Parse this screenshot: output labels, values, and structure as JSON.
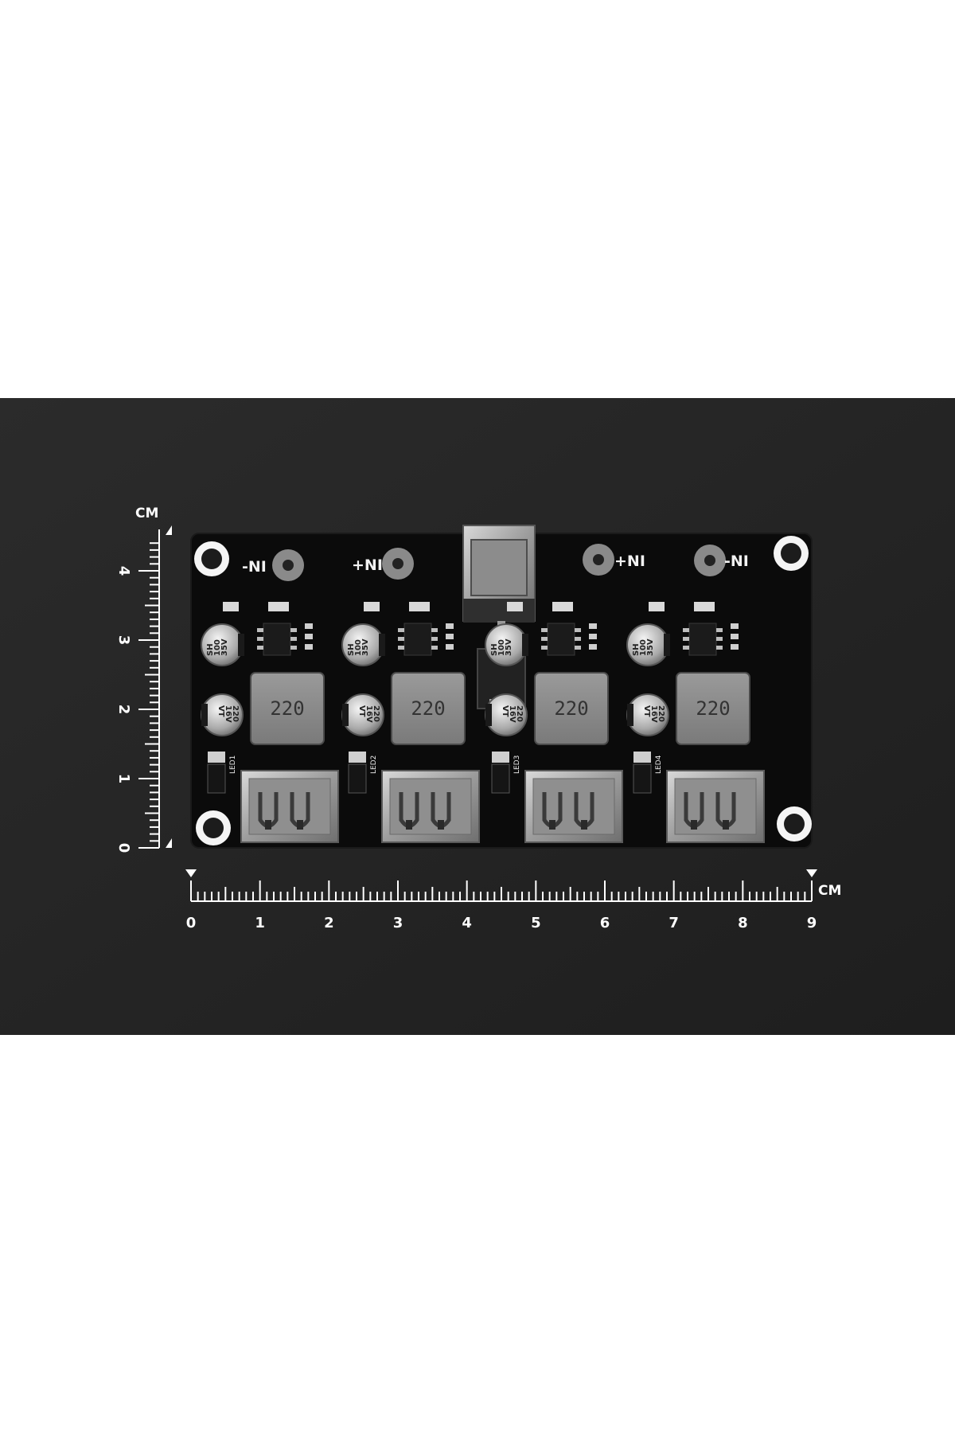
{
  "pins": [
    "-NI",
    "+NI",
    "+NI",
    "-NI"
  ],
  "inductor_marking": "220",
  "cap_top": [
    "SH",
    "100",
    "35V"
  ],
  "cap_bottom": [
    "220",
    "16V",
    "VT"
  ],
  "leds": [
    "LED1",
    "LED2",
    "LED3",
    "LED4"
  ],
  "ruler": {
    "unit": "CM",
    "horizontal": [
      "0",
      "1",
      "2",
      "3",
      "4",
      "5",
      "6",
      "7",
      "8",
      "9"
    ],
    "vertical": [
      "0",
      "1",
      "2",
      "3",
      "4"
    ]
  },
  "colors": {
    "background": "#262626",
    "pcb": "#0b0b0b",
    "silkscreen": "#f2f2f2",
    "metal": "#a9a9a9"
  }
}
